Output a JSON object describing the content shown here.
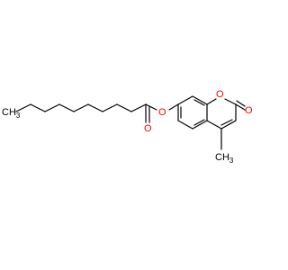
{
  "molecule": {
    "atoms": {
      "oxygen_ester_single": "O",
      "oxygen_ester_carbonyl": "O",
      "oxygen_ring": "O",
      "oxygen_lactone_carbonyl": "O",
      "methyl_terminal": "CH",
      "methyl_terminal_sub": "3",
      "methyl_ring": "CH",
      "methyl_ring_sub": "3"
    },
    "colors": {
      "carbon_bond": "#000000",
      "oxygen": "#ff0000"
    }
  }
}
